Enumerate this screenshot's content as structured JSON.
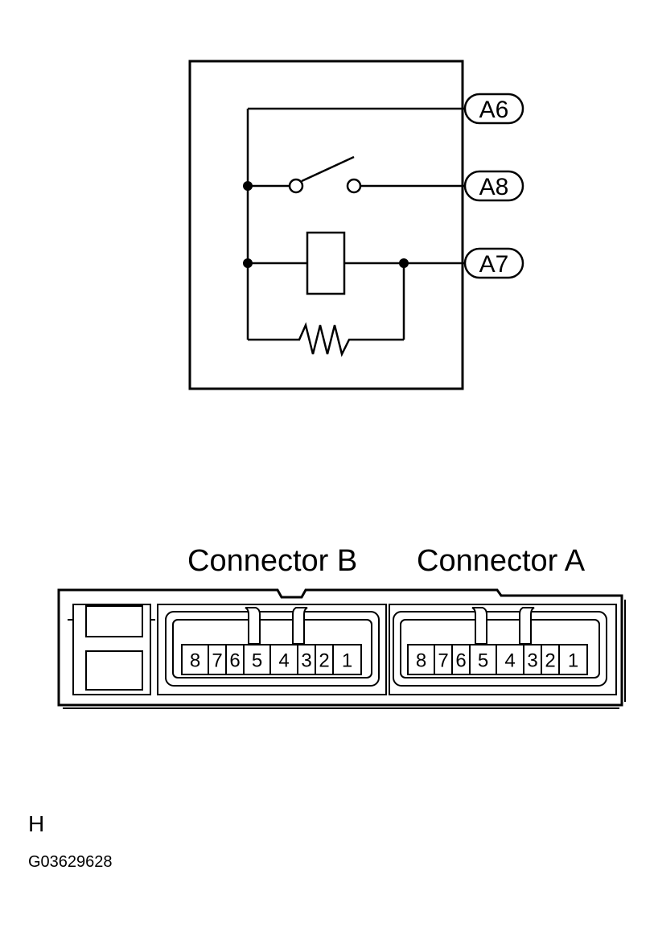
{
  "terminals": [
    "A6",
    "A8",
    "A7"
  ],
  "connectors": [
    {
      "name": "Connector B",
      "pins": [
        "8",
        "7",
        "6",
        "5",
        "4",
        "3",
        "2",
        "1"
      ]
    },
    {
      "name": "Connector A",
      "pins": [
        "8",
        "7",
        "6",
        "5",
        "4",
        "3",
        "2",
        "1"
      ]
    }
  ],
  "footer": {
    "letter": "H",
    "code": "G03629628"
  }
}
